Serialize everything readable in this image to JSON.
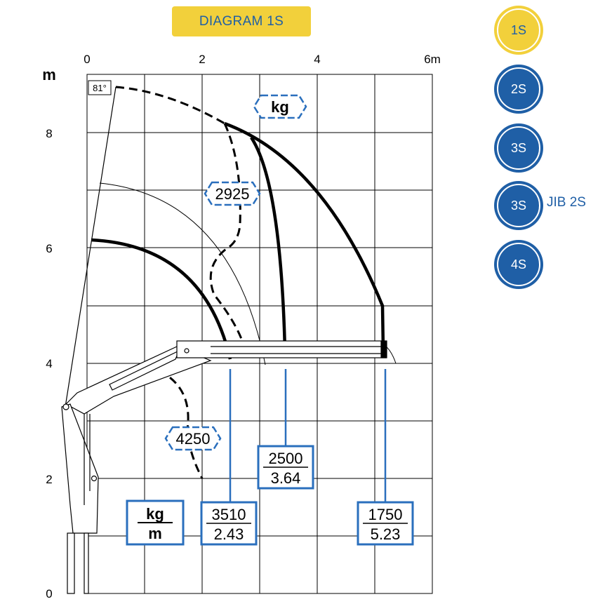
{
  "header": {
    "title": "DIAGRAM 1S"
  },
  "selector": {
    "buttons": [
      {
        "label": "1S",
        "active": true
      },
      {
        "label": "2S",
        "active": false
      },
      {
        "label": "3S",
        "active": false
      },
      {
        "label": "3S",
        "active": false
      },
      {
        "label": "4S",
        "active": false
      }
    ],
    "jib_label": "JIB 2S"
  },
  "colors": {
    "accent_yellow": "#f2d03b",
    "title_text": "#1f5fa6",
    "button_blue": "#1f5fa6",
    "box_border": "#2a6fbd",
    "grid": "#000000"
  },
  "axes": {
    "x_ticks": [
      "0",
      "2",
      "4",
      "6m"
    ],
    "y_unit": "m",
    "y_ticks": [
      "8",
      "6",
      "4",
      "2",
      "0"
    ]
  },
  "labels": {
    "angle": "81°",
    "kg_header": "kg",
    "legend_kg": "kg",
    "legend_m": "m",
    "dashed_upper": "2925",
    "dashed_lower": "4250"
  },
  "load_points": [
    {
      "kg": "3510",
      "m": "2.43"
    },
    {
      "kg": "2500",
      "m": "3.64"
    },
    {
      "kg": "1750",
      "m": "5.23"
    }
  ]
}
